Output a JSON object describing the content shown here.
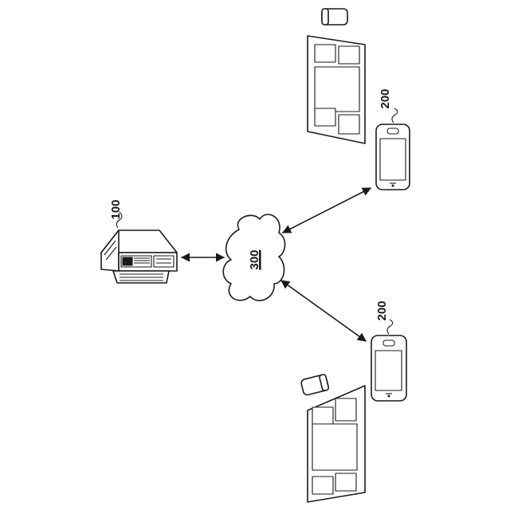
{
  "diagram": {
    "server": {
      "ref_label": "100",
      "icon": "server-icon"
    },
    "network": {
      "ref_label": "300",
      "icon": "cloud-icon"
    },
    "terminals": [
      {
        "ref_label": "200",
        "icon": "smartphone-icon"
      },
      {
        "ref_label": "200",
        "icon": "smartphone-icon"
      }
    ],
    "documents": [
      {
        "icon": "printed-page-icon"
      },
      {
        "icon": "printed-page-icon"
      }
    ],
    "scanners": [
      {
        "icon": "card-reader-icon"
      },
      {
        "icon": "card-reader-icon"
      }
    ],
    "connections": [
      {
        "from": "server",
        "to": "network",
        "type": "bidirectional"
      },
      {
        "from": "network",
        "to": "terminal-1",
        "type": "bidirectional"
      },
      {
        "from": "network",
        "to": "terminal-2",
        "type": "bidirectional"
      }
    ],
    "colors": {
      "ink": "#1a1a1a",
      "background": "#ffffff"
    }
  }
}
